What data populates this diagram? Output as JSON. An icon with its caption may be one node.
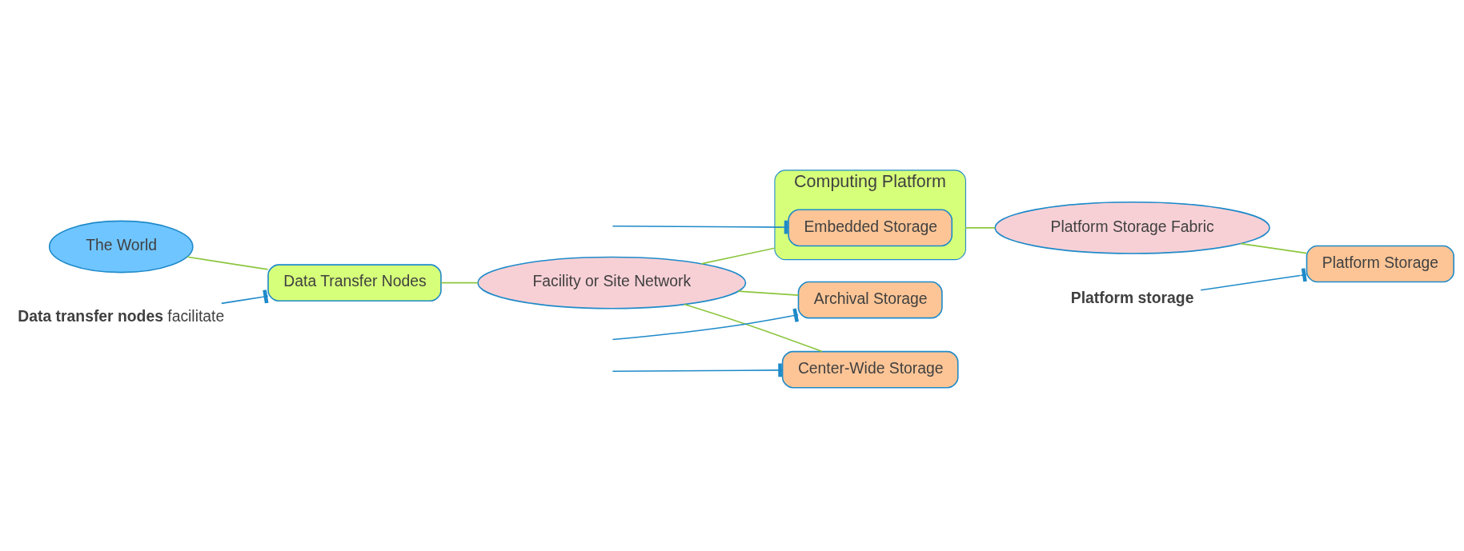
{
  "diagram": {
    "nodes": [
      {
        "text": [
          "The World"
        ]
      },
      {
        "text": [
          "Data Transfer Nodes"
        ]
      },
      {
        "text": [
          "Facility or Site Network"
        ]
      },
      {
        "text": [
          "Computing Platform"
        ]
      },
      {
        "text": [
          "Embedded Storage"
        ],
        "in": 3
      },
      {
        "text": [
          "Platform Storage Fabric"
        ]
      },
      {
        "text": [
          "Archival Storage"
        ]
      },
      {
        "text": [
          "Center-Wide Storage"
        ]
      },
      {
        "text": [
          "Platform Storage"
        ]
      },
      {
        "text": [
          "**Data transfer nodes** facilitate"
        ]
      },
      {
        "text": [
          "Platform storage"
        ]
      }
    ],
    "edges": [
      {
        "from": 0,
        "to": 1,
        "arrow": "none"
      },
      {
        "from": 1,
        "to": 2,
        "arrow": "none"
      },
      {
        "from": 2,
        "to": 3,
        "arrow": "none"
      },
      {
        "from": 3,
        "to": 5,
        "arrow": "none"
      },
      {
        "from": 5,
        "to": 8,
        "arrow": "none"
      },
      {
        "from": 2,
        "to": 6,
        "arrow": "none"
      },
      {
        "from": 2,
        "to": 7,
        "arrow": "none"
      },
      {
        "from": 9,
        "to": 1,
        "arrow": "other",
        "color": "#1f8ac9"
      },
      {
        "from": null,
        "to": 6,
        "arrow": "other",
        "color": "#1f8ac9"
      },
      {
        "from": null,
        "to": 7,
        "arrow": "other",
        "color": "#1f8ac9"
      },
      {
        "from": null,
        "to": 4,
        "arrow": "other",
        "color": "#1f8ac9"
      },
      {
        "from": 10,
        "to": 8,
        "arrow": "other",
        "color": "#1f8ac9"
      }
    ]
  }
}
